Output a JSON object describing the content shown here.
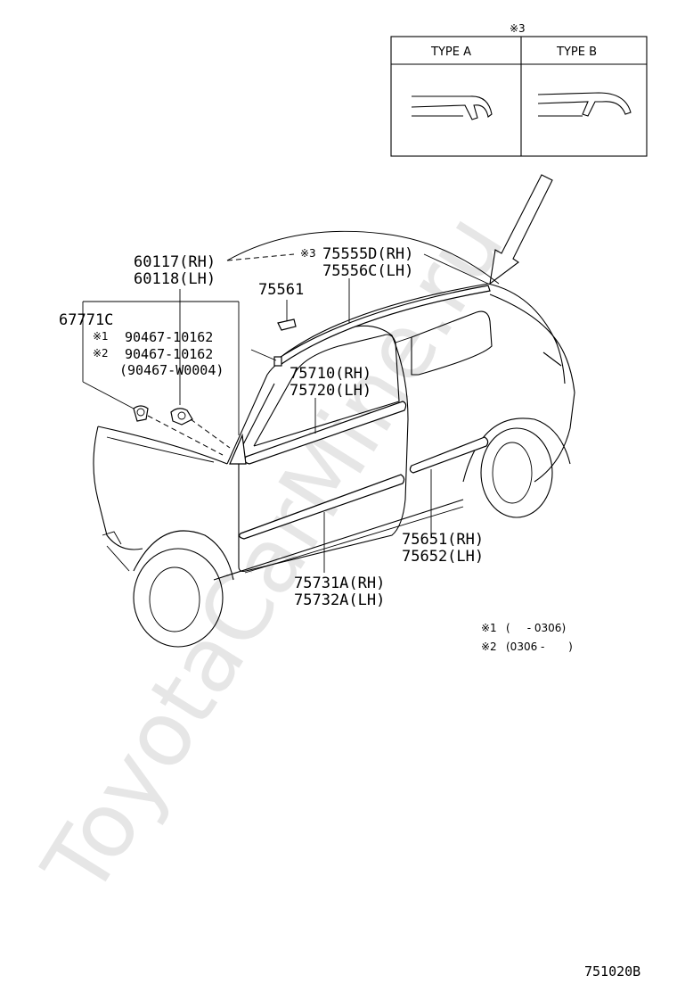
{
  "watermark": "ToyotaCarMine.ru",
  "inset": {
    "marker": "※3",
    "col_a": "TYPE A",
    "col_b": "TYPE B"
  },
  "labels": {
    "p60117": "60117(RH)",
    "p60118": "60118(LH)",
    "p67771c": "67771C",
    "p90467_1": "90467-10162",
    "p90467_2": "90467-10162",
    "p90467_w": "(90467-W0004)",
    "mark1": "※1",
    "mark2": "※2",
    "mark3": "※3",
    "p75555d": "75555D(RH)",
    "p75556c": "75556C(LH)",
    "p75561": "75561",
    "p75710": "75710(RH)",
    "p75720": "75720(LH)",
    "p75651": "75651(RH)",
    "p75652": "75652(LH)",
    "p75731a": "75731A(RH)",
    "p75732a": "75732A(LH)"
  },
  "notes": {
    "n1_mark": "※1",
    "n1_text": "(     - 0306)",
    "n2_mark": "※2",
    "n2_text": "(0306 -       )"
  },
  "figure_code": "751020B"
}
